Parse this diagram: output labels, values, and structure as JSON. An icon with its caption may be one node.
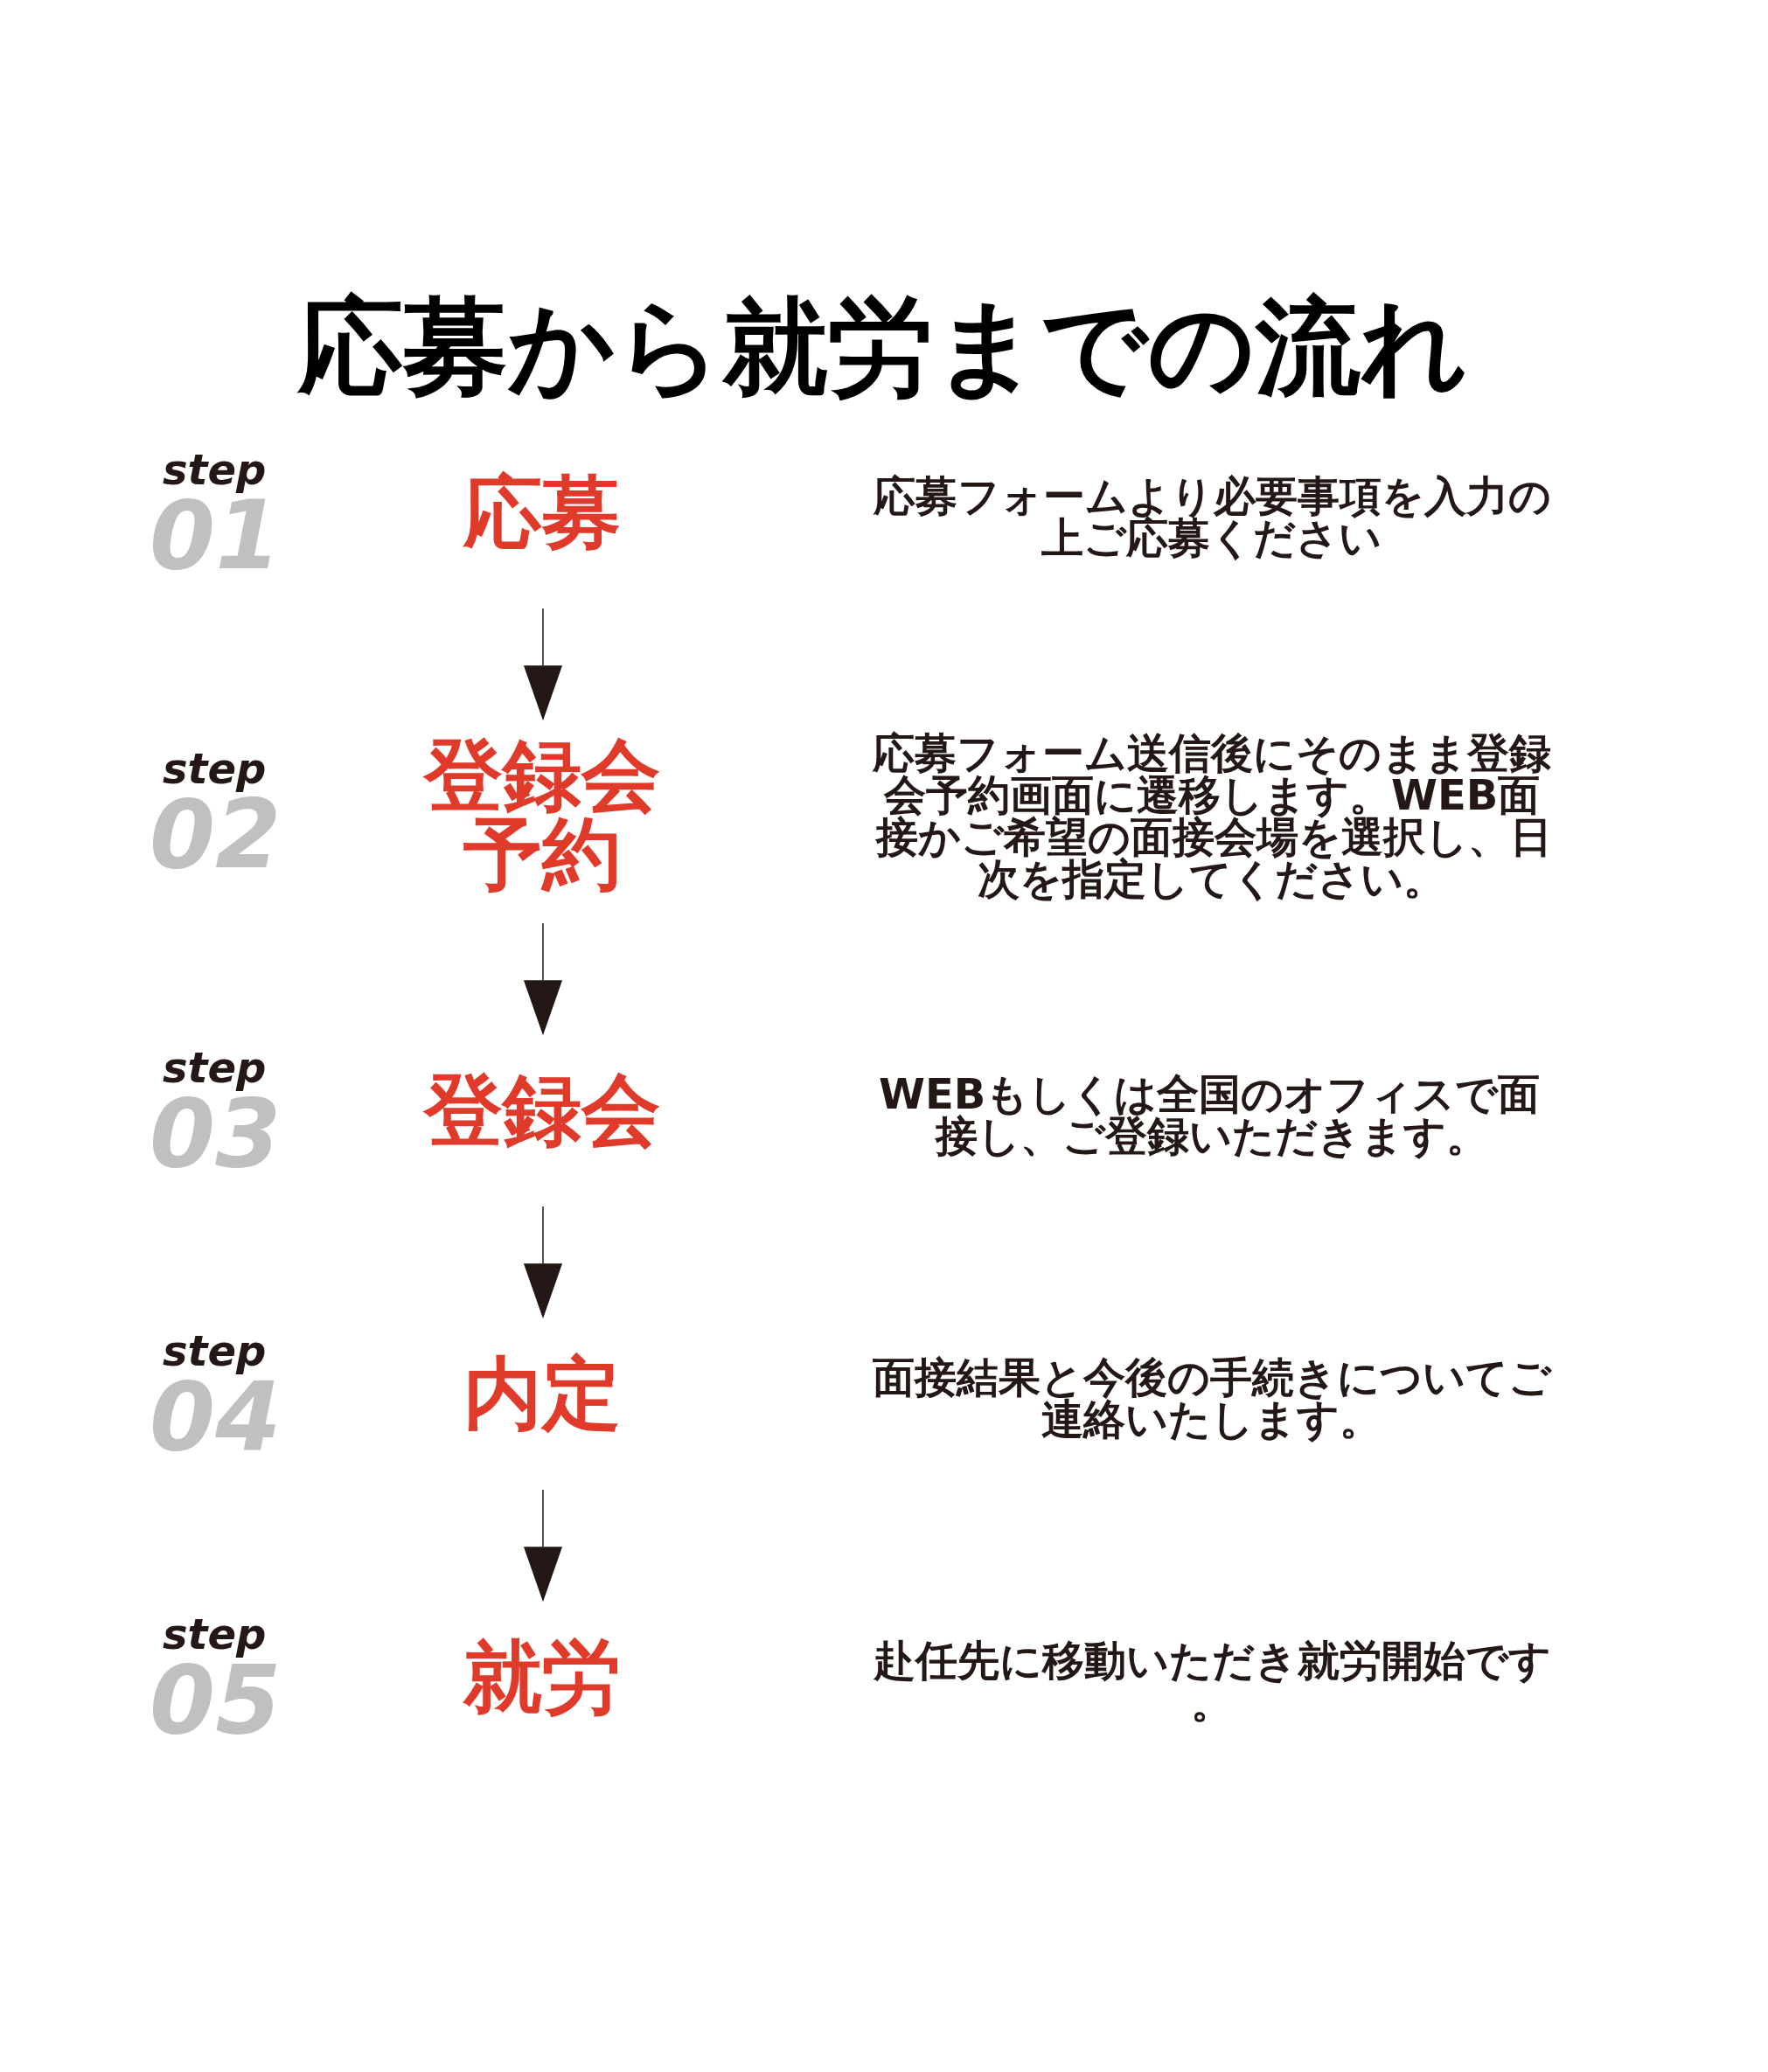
{
  "diagram": {
    "title": "応募から就労までの流れ",
    "nodes": [
      {
        "text": [
          "応募"
        ],
        "beside": [
          "step",
          "01",
          "応募フォームより必要事項を入力の上ご応募ください"
        ]
      },
      {
        "text": [
          "登録会予約"
        ],
        "beside": [
          "step",
          "02",
          "応募フォーム送信後にそのまま登録会予約画面に遷移します。WEB面接かご希望の面接会場を選択し、日次を指定してください。"
        ]
      },
      {
        "text": [
          "登録会"
        ],
        "beside": [
          "step",
          "03",
          "WEBもしくは全国のオフィスで面接し、ご登録いただきます。"
        ]
      },
      {
        "text": [
          "内定"
        ],
        "beside": [
          "step",
          "04",
          "面接結果と今後の手続きについてご連絡いたします。"
        ]
      },
      {
        "text": [
          "就労"
        ],
        "beside": [
          "step",
          "05",
          "赴任先に移動いただき就労開始です。"
        ]
      }
    ],
    "edges": [
      {
        "from": 0,
        "to": 1,
        "arrow": "to"
      },
      {
        "from": 1,
        "to": 2,
        "arrow": "to"
      },
      {
        "from": 2,
        "to": 3,
        "arrow": "to"
      },
      {
        "from": 3,
        "to": 4,
        "arrow": "to"
      }
    ]
  }
}
